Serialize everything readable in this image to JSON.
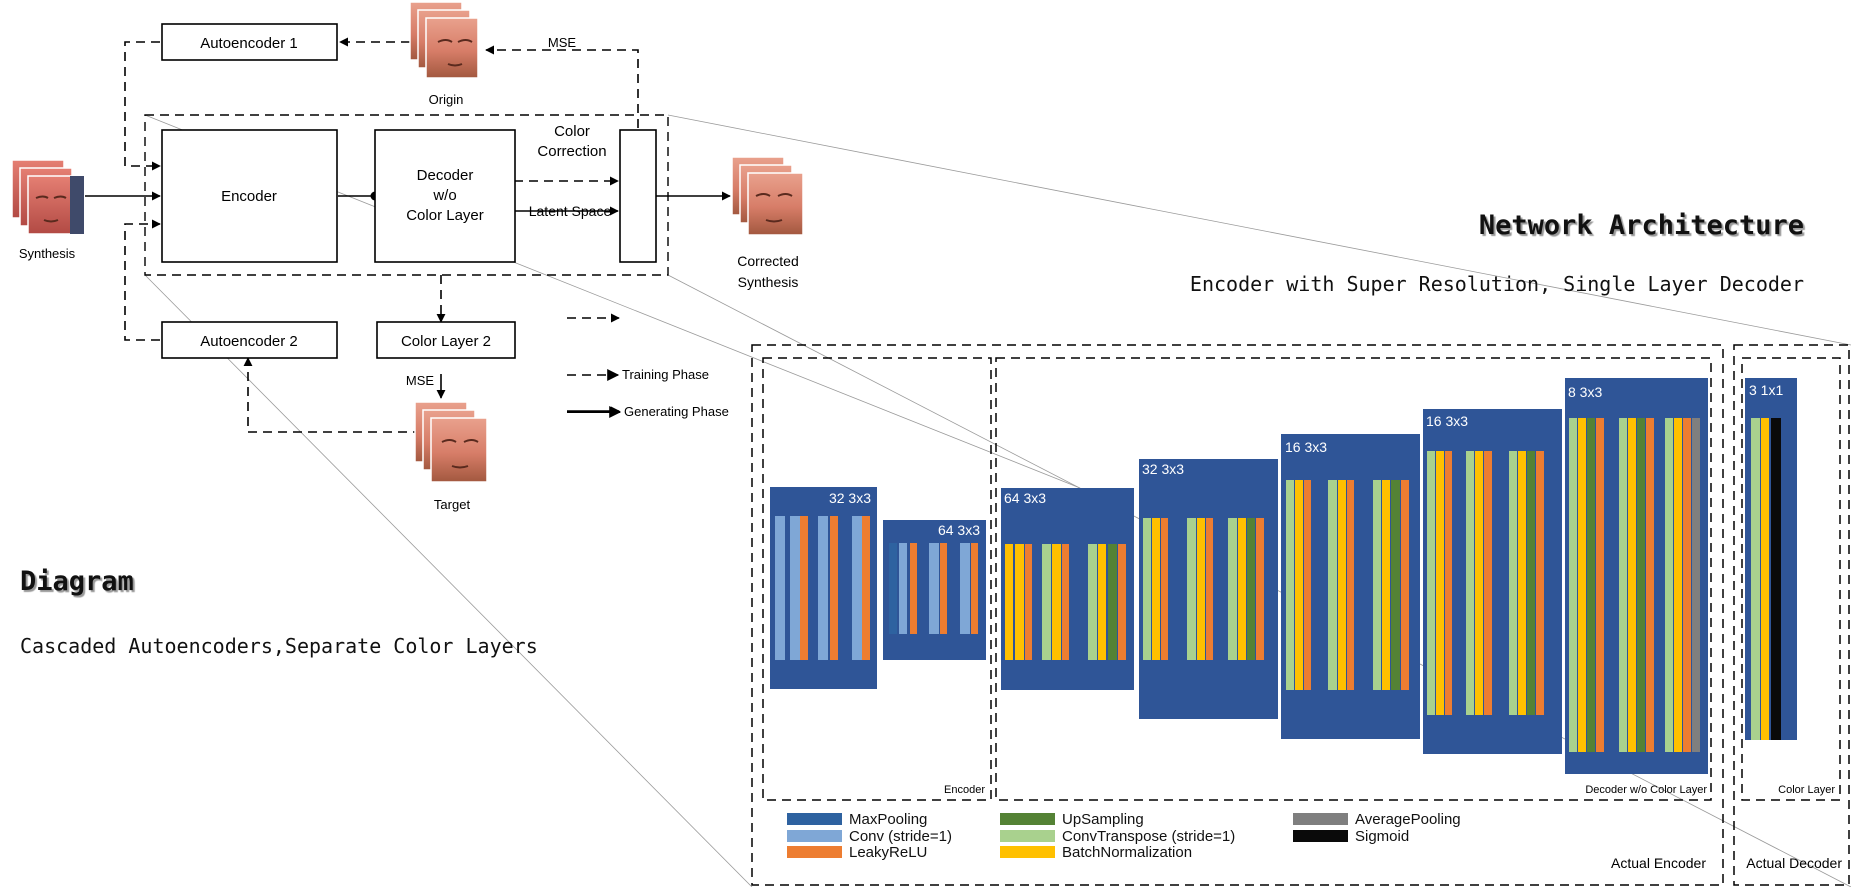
{
  "diagram": {
    "boxes": {
      "autoencoder1": "Autoencoder 1",
      "autoencoder2": "Autoencoder 2",
      "encoder": "Encoder",
      "decoder": [
        "Decoder",
        "w/o",
        "Color Layer"
      ],
      "color_layer2": "Color Layer 2",
      "color_correction": [
        "Color",
        "Correction"
      ]
    },
    "labels": {
      "origin": "Origin",
      "target": "Target",
      "synthesis": "Synthesis",
      "corrected_synthesis": [
        "Corrected",
        "Synthesis"
      ],
      "latent_space": "Latent Space",
      "mse_top": "MSE",
      "mse_bottom": "MSE"
    },
    "legend": {
      "training": "Training Phase",
      "generating": "Generating Phase"
    },
    "title": "Diagram",
    "subtitle": "Cascaded Autoencoders,Separate Color Layers"
  },
  "architecture": {
    "title": "Network Architecture",
    "subtitle": "Encoder with Super Resolution, Single Layer Decoder",
    "blocks": [
      {
        "label": "32 3x3"
      },
      {
        "label": "64 3x3"
      },
      {
        "label": "64 3x3"
      },
      {
        "label": "32 3x3"
      },
      {
        "label": "16 3x3"
      },
      {
        "label": "16 3x3"
      },
      {
        "label": "8 3x3"
      },
      {
        "label": "3 1x1"
      }
    ],
    "group_labels": {
      "encoder": "Encoder",
      "decoder": "Decoder w/o Color Layer",
      "color_layer": "Color Layer",
      "actual_encoder": "Actual Encoder",
      "actual_decoder": "Actual Decoder"
    },
    "legend": [
      {
        "label": "MaxPooling",
        "color": "#2e62a0"
      },
      {
        "label": "Conv (stride=1)",
        "color": "#7fa7d6"
      },
      {
        "label": "LeakyReLU",
        "color": "#ed7d31"
      },
      {
        "label": "UpSampling",
        "color": "#548235"
      },
      {
        "label": "ConvTranspose (stride=1)",
        "color": "#a9d18e"
      },
      {
        "label": "BatchNormalization",
        "color": "#ffc000"
      },
      {
        "label": "AveragePooling",
        "color": "#7f7f7f"
      },
      {
        "label": "Sigmoid",
        "color": "#0a0a0a"
      }
    ],
    "colors": {
      "block_bg": "#2f5597",
      "maxpool": "#2e62a0",
      "conv": "#7fa7d6",
      "leaky": "#ed7d31",
      "upsample": "#548235",
      "convT": "#a9d18e",
      "bn": "#ffc000",
      "avgpool": "#7f7f7f",
      "sigmoid": "#0a0a0a"
    }
  }
}
